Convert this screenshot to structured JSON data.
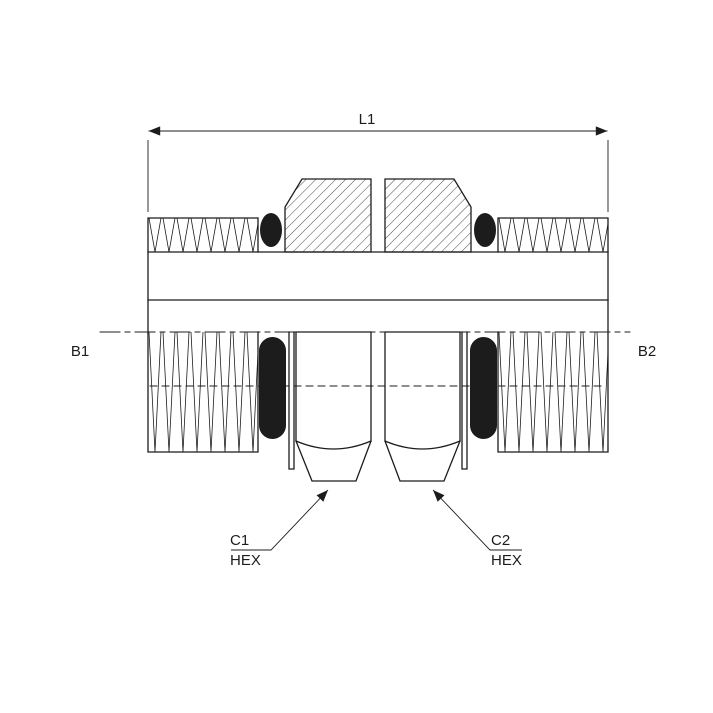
{
  "drawing": {
    "colors": {
      "background": "#ffffff",
      "line": "#1c1c1c"
    },
    "labels": {
      "l1": "L1",
      "b1": "B1",
      "b2": "B2",
      "c1": "C1",
      "c1_hex": "HEX",
      "c2": "C2",
      "c2_hex": "HEX"
    }
  }
}
